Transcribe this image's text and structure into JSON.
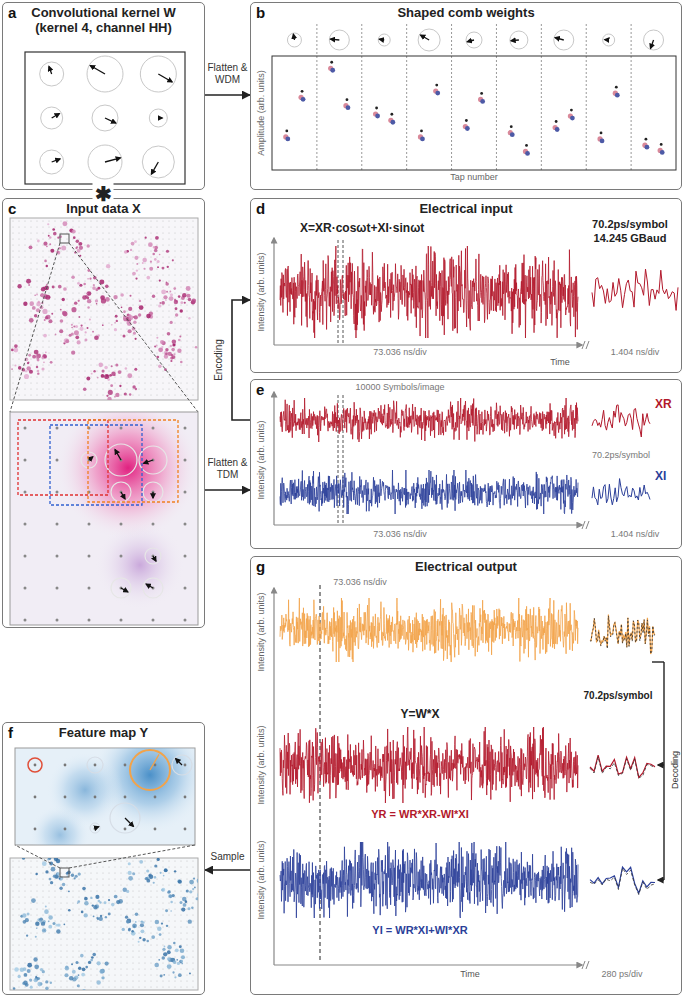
{
  "diagram": {
    "nodes": [
      {
        "text": [
          "a",
          "Convolutional kernel W (kernel 4, channel HH)"
        ]
      },
      {
        "text": [
          "b",
          "Shaped comb weights"
        ]
      },
      {
        "text": [
          "c",
          "Input data X"
        ]
      },
      {
        "text": [
          "d",
          "Electrical input"
        ]
      },
      {
        "text": [
          "e"
        ]
      },
      {
        "text": [
          "f",
          "Feature map Y"
        ]
      },
      {
        "text": [
          "g",
          "Electrical output"
        ]
      }
    ],
    "edges": [
      {
        "from": 0,
        "to": 1,
        "label": "Flatten & WDM",
        "arrow": "to"
      },
      {
        "from": 2,
        "to": 4,
        "label": "Flatten & TDM",
        "arrow": "to"
      },
      {
        "from": 4,
        "to": 3,
        "label": "Encoding",
        "arrow": "to"
      },
      {
        "from": 6,
        "to": 5,
        "label": "Sample",
        "arrow": "to"
      }
    ],
    "labels": [
      "✱",
      "Amplitude (arb. units)",
      "Tap number",
      "X=XR·cosωt+XI·sinωt",
      "70.2ps/symbol",
      "14.245 GBaud",
      "Intensity (arb. units)",
      "73.036 ns/div",
      "1.404 ns/div",
      "Time",
      "10000 Symbols/image",
      "Intensity (arb. units)",
      "XR",
      "70.2ps/symbol",
      "XI",
      "73.036 ns/div",
      "1.404 ns/div",
      "73.036 ns/div",
      "Intensity (arb. units)",
      "Intensity (arb. units)",
      "Intensity (arb. units)",
      "70.2ps/symbol",
      "Y=W*X",
      "YR = WR*XR-WI*XI",
      "YI = WR*XI+WI*XR",
      "Time",
      "280 ps/div",
      "Decoding"
    ]
  }
}
